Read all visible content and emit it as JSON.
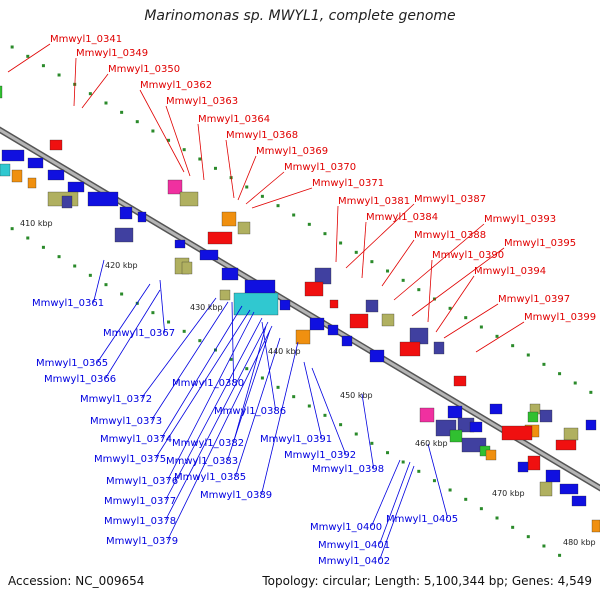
{
  "title": "Marinomonas sp. MWYL1, complete genome",
  "footer": {
    "accession": "Accession: NC_009654",
    "topology": "Topology: circular; Length: 5,100,344 bp; Genes: 4,549"
  },
  "colors": {
    "backbone": "#8c8c8c",
    "label_top": "#e00000",
    "label_bottom": "#0000e0",
    "tick_dots": "#2a8a2a",
    "gene_blue": "#1010e0",
    "gene_red": "#f01010",
    "gene_cyan": "#30c8d0",
    "gene_orange": "#f09010",
    "gene_olive": "#b0b060",
    "gene_navy": "#4040a0",
    "gene_pink": "#f030a0",
    "gene_green": "#30c030"
  },
  "ticks": [
    {
      "label": "410 kbp"
    },
    {
      "label": "420 kbp"
    },
    {
      "label": "430 kbp"
    },
    {
      "label": "440 kbp"
    },
    {
      "label": "450 kbp"
    },
    {
      "label": "460 kbp"
    },
    {
      "label": "470 kbp"
    },
    {
      "label": "480 kbp"
    }
  ],
  "labels_top": [
    "Mmwyl1_0341",
    "Mmwyl1_0349",
    "Mmwyl1_0350",
    "Mmwyl1_0362",
    "Mmwyl1_0363",
    "Mmwyl1_0364",
    "Mmwyl1_0368",
    "Mmwyl1_0369",
    "Mmwyl1_0370",
    "Mmwyl1_0371",
    "Mmwyl1_0381",
    "Mmwyl1_0387",
    "Mmwyl1_0384",
    "Mmwyl1_0393",
    "Mmwyl1_0388",
    "Mmwyl1_0395",
    "Mmwyl1_0390",
    "Mmwyl1_0394",
    "Mmwyl1_0397",
    "Mmwyl1_0399"
  ],
  "labels_bottom": [
    "Mmwyl1_0361",
    "Mmwyl1_0367",
    "Mmwyl1_0365",
    "Mmwyl1_0366",
    "Mmwyl1_0372",
    "Mmwyl1_0380",
    "Mmwyl1_0373",
    "Mmwyl1_0386",
    "Mmwyl1_0374",
    "Mmwyl1_0382",
    "Mmwyl1_0391",
    "Mmwyl1_0375",
    "Mmwyl1_0383",
    "Mmwyl1_0392",
    "Mmwyl1_0376",
    "Mmwyl1_0385",
    "Mmwyl1_0398",
    "Mmwyl1_0377",
    "Mmwyl1_0389",
    "Mmwyl1_0378",
    "Mmwyl1_0405",
    "Mmwyl1_0400",
    "Mmwyl1_0379",
    "Mmwyl1_0401",
    "Mmwyl1_0402"
  ]
}
